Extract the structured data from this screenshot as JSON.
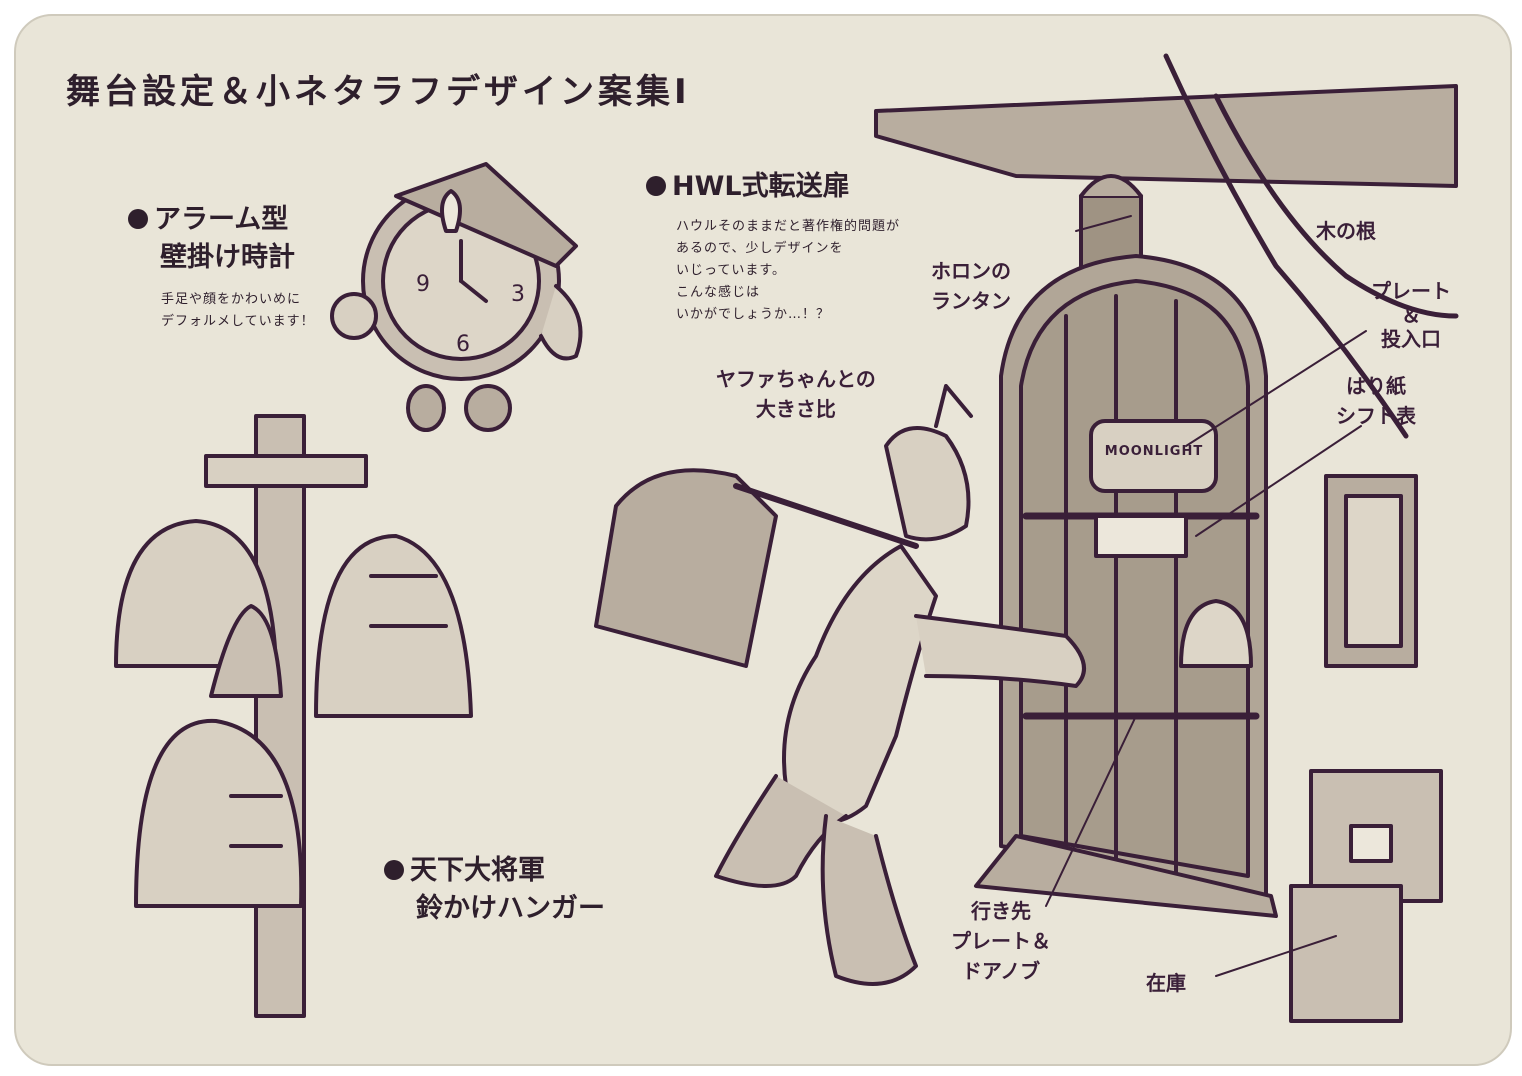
{
  "title": "舞台設定＆小ネタラフデザイン案集Ⅰ",
  "clock": {
    "heading_line1": "アラーム型",
    "heading_line2": "壁掛け時計",
    "note_line1": "手足や顔をかわいめに",
    "note_line2": "デフォルメしています！"
  },
  "door": {
    "heading": "HWL式転送扉",
    "note_lines": [
      "ハウルそのままだと著作権的問題が",
      "あるので、少しデザインを",
      "いじっています。",
      "こんな感じは",
      "いかがでしょうか…！？"
    ],
    "sign_text": "MOONLIGHT"
  },
  "hanger": {
    "heading_line1": "天下大将軍",
    "heading_line2": "鈴かけハンガー"
  },
  "labels": {
    "lantern": [
      "ホロンの",
      "ランタン"
    ],
    "root": [
      "木の根"
    ],
    "plate_slot": [
      "プレート",
      "＆",
      "投入口"
    ],
    "paper": [
      "はり紙",
      "シフト表"
    ],
    "size": [
      "ヤファちゃんとの",
      "大きさ比"
    ],
    "destination": [
      "行き先",
      "プレート＆",
      "ドアノブ"
    ],
    "stock": [
      "在庫"
    ]
  },
  "colors": {
    "paper": "#e9e5d8",
    "ink": "#3a1f38",
    "tone": "#b8ad9f"
  }
}
